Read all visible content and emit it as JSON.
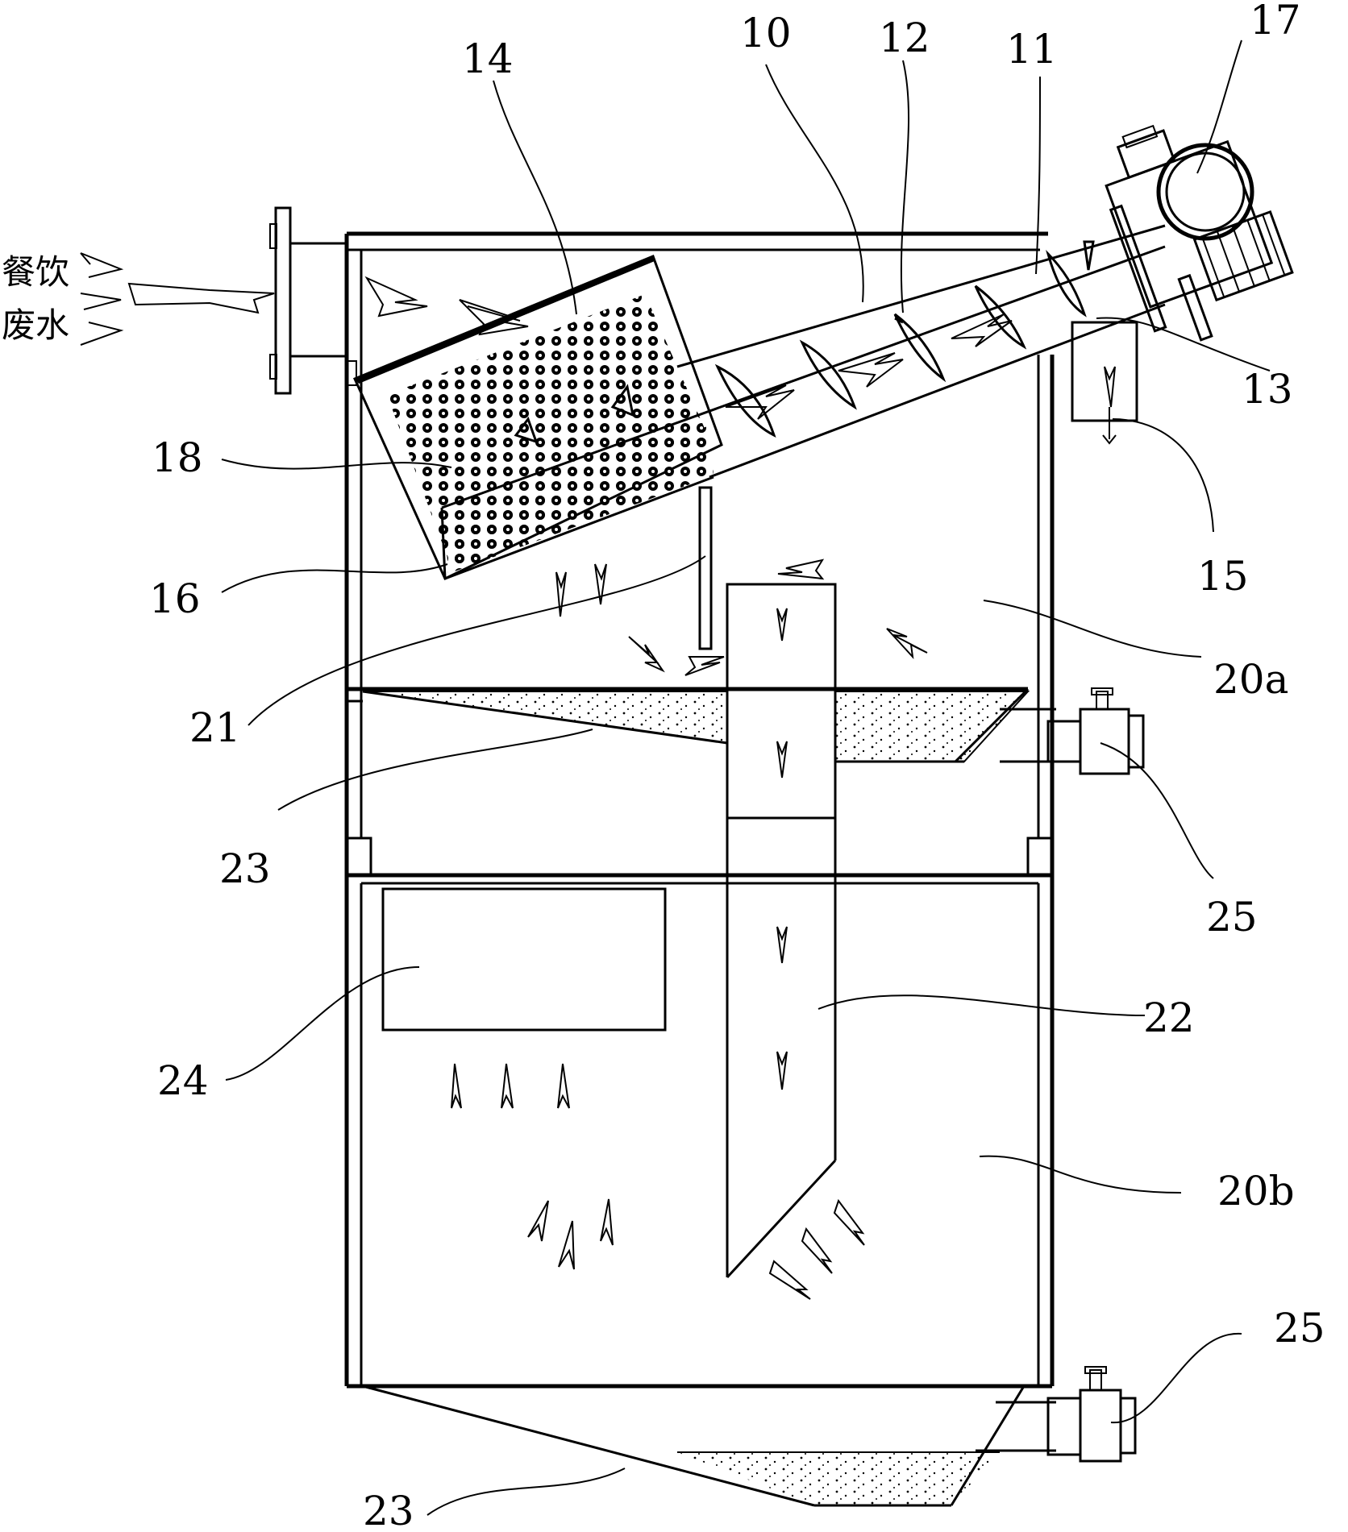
{
  "inflow": {
    "line1": "餐饮",
    "line2": "废水"
  },
  "labels": {
    "l10": "10",
    "l11": "11",
    "l12": "12",
    "l13": "13",
    "l14": "14",
    "l15": "15",
    "l16": "16",
    "l17": "17",
    "l18": "18",
    "l20a": "20a",
    "l20b": "20b",
    "l21": "21",
    "l22": "22",
    "l23a": "23",
    "l23b": "23",
    "l24": "24",
    "l25a": "25",
    "l25b": "25"
  }
}
